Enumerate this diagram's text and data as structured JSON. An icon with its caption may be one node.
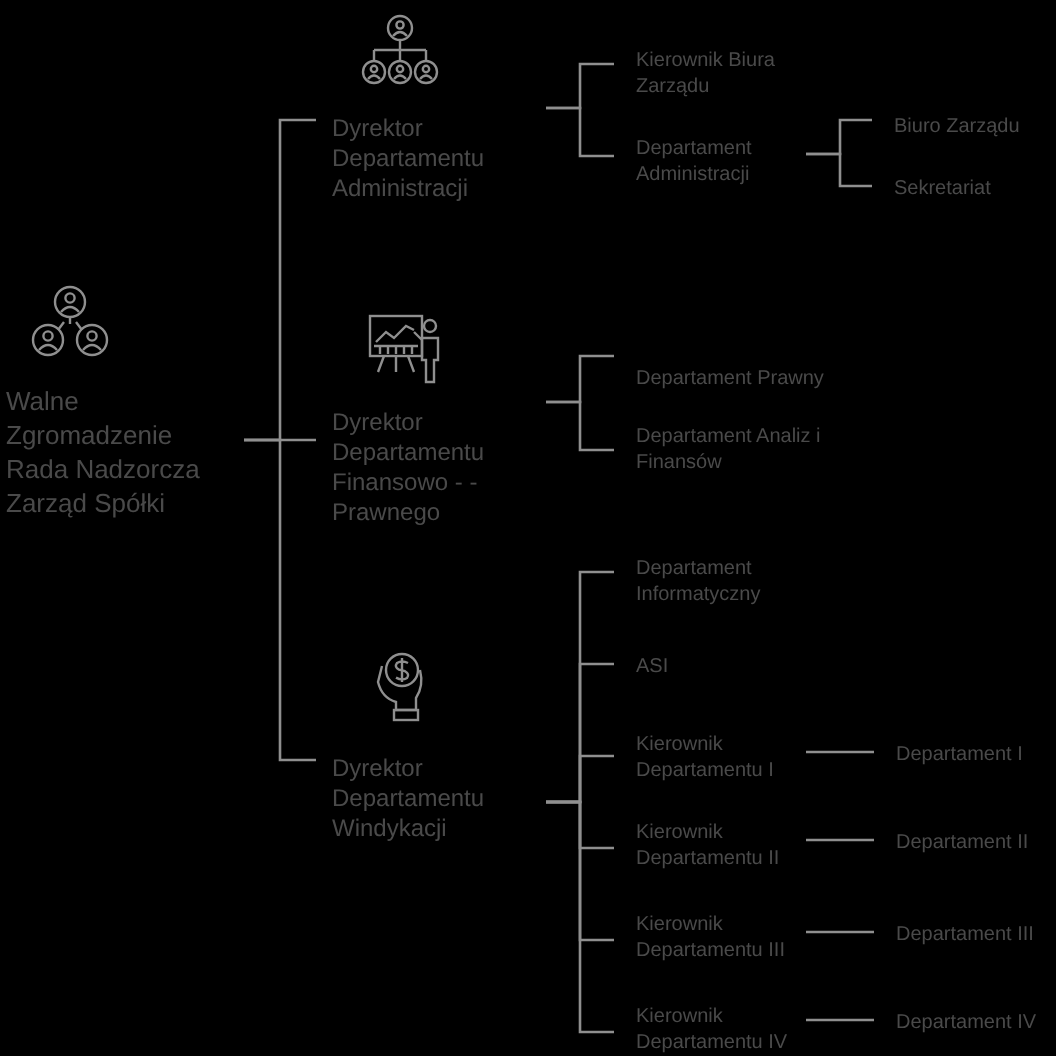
{
  "diagram": {
    "nodes": [
      {
        "text": [
          "Walne Zgromadzenie",
          "Rada Nadzorcza",
          "Zarząd Spółki"
        ]
      },
      {
        "text": [
          "Dyrektor Departamentu Administracji"
        ]
      },
      {
        "text": [
          "Kierownik Biura Zarządu"
        ]
      },
      {
        "text": [
          "Departament Administracji"
        ]
      },
      {
        "text": [
          "Biuro Zarządu"
        ]
      },
      {
        "text": [
          "Sekretariat"
        ]
      },
      {
        "text": [
          "Dyrektor Departamentu Finansowo - -Prawnego"
        ]
      },
      {
        "text": [
          "Departament Prawny"
        ]
      },
      {
        "text": [
          "Departament Analiz i Finansów"
        ]
      },
      {
        "text": [
          "Dyrektor Departamentu Windykacji"
        ]
      },
      {
        "text": [
          "Departament Informatyczny"
        ]
      },
      {
        "text": [
          "ASI"
        ]
      },
      {
        "text": [
          "Kierownik Departamentu I"
        ]
      },
      {
        "text": [
          "Departament I"
        ]
      },
      {
        "text": [
          "Kierownik Departamentu II"
        ]
      },
      {
        "text": [
          "Departament II"
        ]
      },
      {
        "text": [
          "Kierownik Departamentu III"
        ]
      },
      {
        "text": [
          "Departament III"
        ]
      },
      {
        "text": [
          "Kierownik Departamentu IV"
        ]
      },
      {
        "text": [
          "Departament IV"
        ]
      }
    ],
    "edges": [
      {
        "from": 0,
        "to": 1,
        "arrow": "none"
      },
      {
        "from": 0,
        "to": 6,
        "arrow": "none"
      },
      {
        "from": 0,
        "to": 9,
        "arrow": "none"
      },
      {
        "from": 1,
        "to": 2,
        "arrow": "none"
      },
      {
        "from": 1,
        "to": 3,
        "arrow": "none"
      },
      {
        "from": 3,
        "to": 4,
        "arrow": "none"
      },
      {
        "from": 3,
        "to": 5,
        "arrow": "none"
      },
      {
        "from": 6,
        "to": 7,
        "arrow": "none"
      },
      {
        "from": 6,
        "to": 8,
        "arrow": "none"
      },
      {
        "from": 9,
        "to": 10,
        "arrow": "none"
      },
      {
        "from": 9,
        "to": 11,
        "arrow": "none"
      },
      {
        "from": 9,
        "to": 12,
        "arrow": "none"
      },
      {
        "from": 9,
        "to": 14,
        "arrow": "none"
      },
      {
        "from": 9,
        "to": 16,
        "arrow": "none"
      },
      {
        "from": 9,
        "to": 18,
        "arrow": "none"
      },
      {
        "from": 12,
        "to": 13,
        "arrow": "none"
      },
      {
        "from": 14,
        "to": 15,
        "arrow": "none"
      },
      {
        "from": 16,
        "to": 17,
        "arrow": "none"
      },
      {
        "from": 18,
        "to": 19,
        "arrow": "none"
      }
    ]
  }
}
